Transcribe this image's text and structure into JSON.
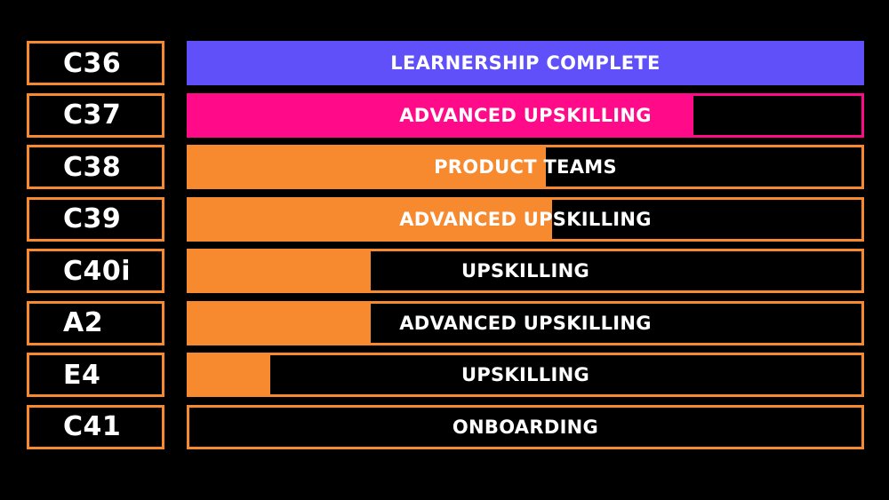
{
  "chart_data": {
    "type": "bar",
    "orientation": "horizontal",
    "categories": [
      "C36",
      "C37",
      "C38",
      "C39",
      "C40i",
      "A2",
      "E4",
      "C41"
    ],
    "values": [
      1.0,
      0.75,
      0.53,
      0.54,
      0.27,
      0.27,
      0.12,
      0.0
    ],
    "stage_labels": [
      "LEARNERSHIP COMPLETE",
      "ADVANCED UPSKILLING",
      "PRODUCT TEAMS",
      "ADVANCED UPSKILLING",
      "UPSKILLING",
      "ADVANCED UPSKILLING",
      "UPSKILLING",
      "ONBOARDING"
    ],
    "fill_colors": [
      "#6050FA",
      "#FF0A88",
      "#F7892F",
      "#F7892F",
      "#F7892F",
      "#F7892F",
      "#F7892F",
      "#F7892F"
    ],
    "border_colors": [
      "#6050FA",
      "#FF0A88",
      "#F7892F",
      "#F7892F",
      "#F7892F",
      "#F7892F",
      "#F7892F",
      "#F7892F"
    ],
    "xlim": [
      0,
      1
    ]
  },
  "colors": {
    "background": "#000000",
    "label_border": "#F7892F",
    "text": "#ffffff"
  }
}
